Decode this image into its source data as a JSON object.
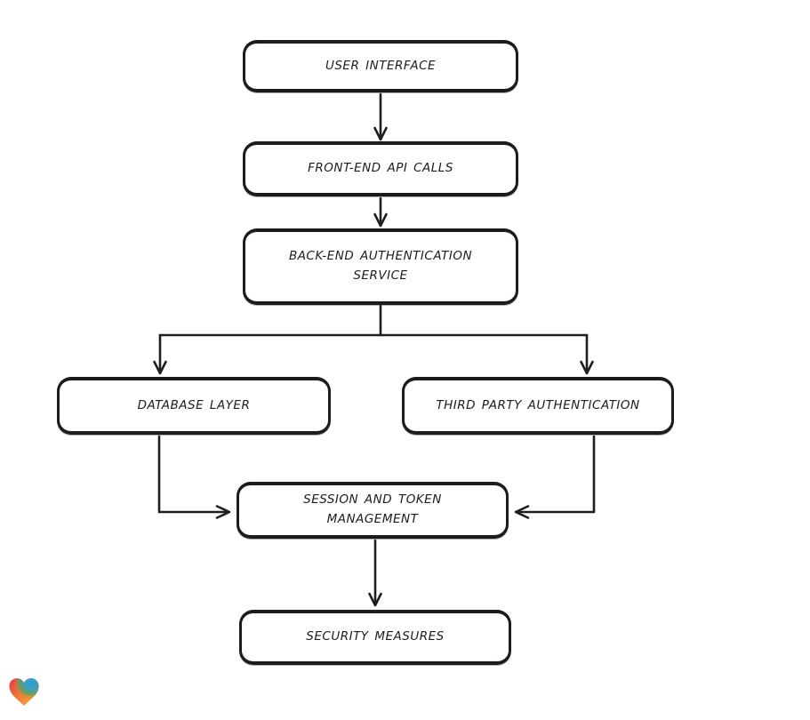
{
  "diagram": {
    "type": "flowchart",
    "direction": "top-down",
    "nodes": [
      {
        "id": "user-interface",
        "label": "USER INTERFACE"
      },
      {
        "id": "front-end-api-calls",
        "label": "FRONT-END API CALLS"
      },
      {
        "id": "back-end-authentication-service",
        "label": "BACK-END AUTHENTICATION\nSERVICE"
      },
      {
        "id": "database-layer",
        "label": "DATABASE LAYER"
      },
      {
        "id": "third-party-authentication",
        "label": "THIRD PARTY AUTHENTICATION"
      },
      {
        "id": "session-and-token-management",
        "label": "SESSION AND TOKEN\nMANAGEMENT"
      },
      {
        "id": "security-measures",
        "label": "SECURITY MEASURES"
      }
    ],
    "edges": [
      {
        "from": "user-interface",
        "to": "front-end-api-calls"
      },
      {
        "from": "front-end-api-calls",
        "to": "back-end-authentication-service"
      },
      {
        "from": "back-end-authentication-service",
        "to": "database-layer"
      },
      {
        "from": "back-end-authentication-service",
        "to": "third-party-authentication"
      },
      {
        "from": "database-layer",
        "to": "session-and-token-management"
      },
      {
        "from": "third-party-authentication",
        "to": "session-and-token-management"
      },
      {
        "from": "session-and-token-management",
        "to": "security-measures"
      }
    ],
    "style": {
      "node_fill": "#ffffff",
      "node_stroke": "#1c1c1c",
      "edge_stroke": "#1f1f1f",
      "background": "#ffffff"
    }
  },
  "branding": {
    "logo": "heart-gradient-logo",
    "logo_colors": {
      "red": "#e8354d",
      "orange": "#f6a234",
      "green": "#46a85c",
      "blue": "#2f9bdb"
    }
  }
}
